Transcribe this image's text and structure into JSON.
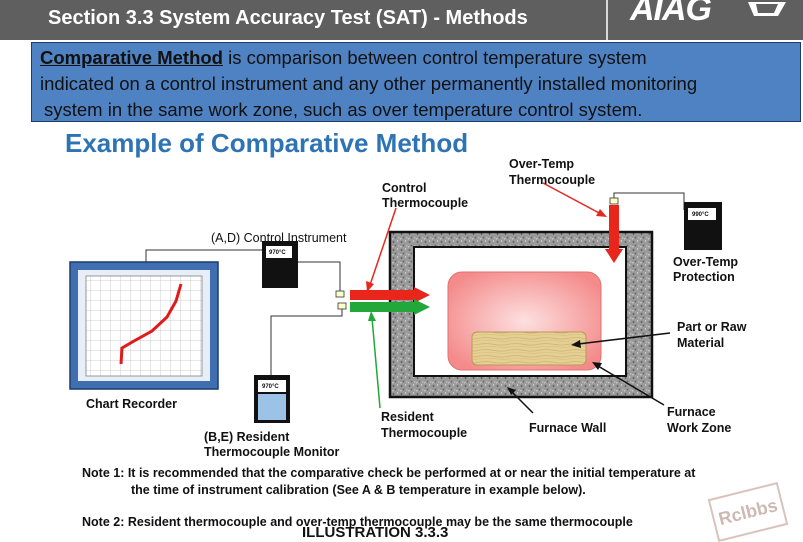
{
  "header": {
    "title": "Section 3.3 System Accuracy Test (SAT) - Methods",
    "logo": "AIAG"
  },
  "definition": {
    "term": "Comparative Method",
    "line1_rest": " is comparison between control temperature system",
    "line2": "indicated on a control instrument and any other permanently installed monitoring",
    "line3": "system in the same work zone, such as over temperature control system."
  },
  "example_title": "Example of Comparative Method",
  "labels": {
    "control_tc_1": "Control",
    "control_tc_2": "Thermocouple",
    "overtemp_tc_1": "Over-Temp",
    "overtemp_tc_2": "Thermocouple",
    "control_instrument": "(A,D) Control Instrument",
    "overtemp_prot_1": "Over-Temp",
    "overtemp_prot_2": "Protection",
    "part_1": "Part or Raw",
    "part_2": "Material",
    "chart_recorder": "Chart Recorder",
    "resident_tc_1": "Resident",
    "resident_tc_2": "Thermocouple",
    "furnace_wall": "Furnace Wall",
    "work_zone_1": "Furnace",
    "work_zone_2": "Work Zone",
    "resident_monitor_1": "(B,E) Resident",
    "resident_monitor_2": "Thermocouple Monitor"
  },
  "readings": {
    "control": "970°C",
    "overtemp": "990°C",
    "resident": "970°C"
  },
  "notes": {
    "note1_line1": "Note 1: It is recommended that the comparative check be performed at or near the initial temperature at",
    "note1_line2": "the time of instrument calibration  (See A & B temperature in example below).",
    "note2": "Note 2: Resident thermocouple and over-temp thermocouple may be the same thermocouple"
  },
  "illustration": "ILLUSTRATION  3.3.3",
  "watermark": "Rclbbs",
  "colors": {
    "header_bg": "#5f5f5f",
    "definition_bg": "#4f82c2",
    "title_blue": "#2e74b5",
    "control_arrow": "#e8261c",
    "resident_arrow": "#22a83a",
    "recorder_frame": "#3f6fb0",
    "monitor_fill": "#9cc2e8",
    "hot_zone": "#f48a8a"
  }
}
